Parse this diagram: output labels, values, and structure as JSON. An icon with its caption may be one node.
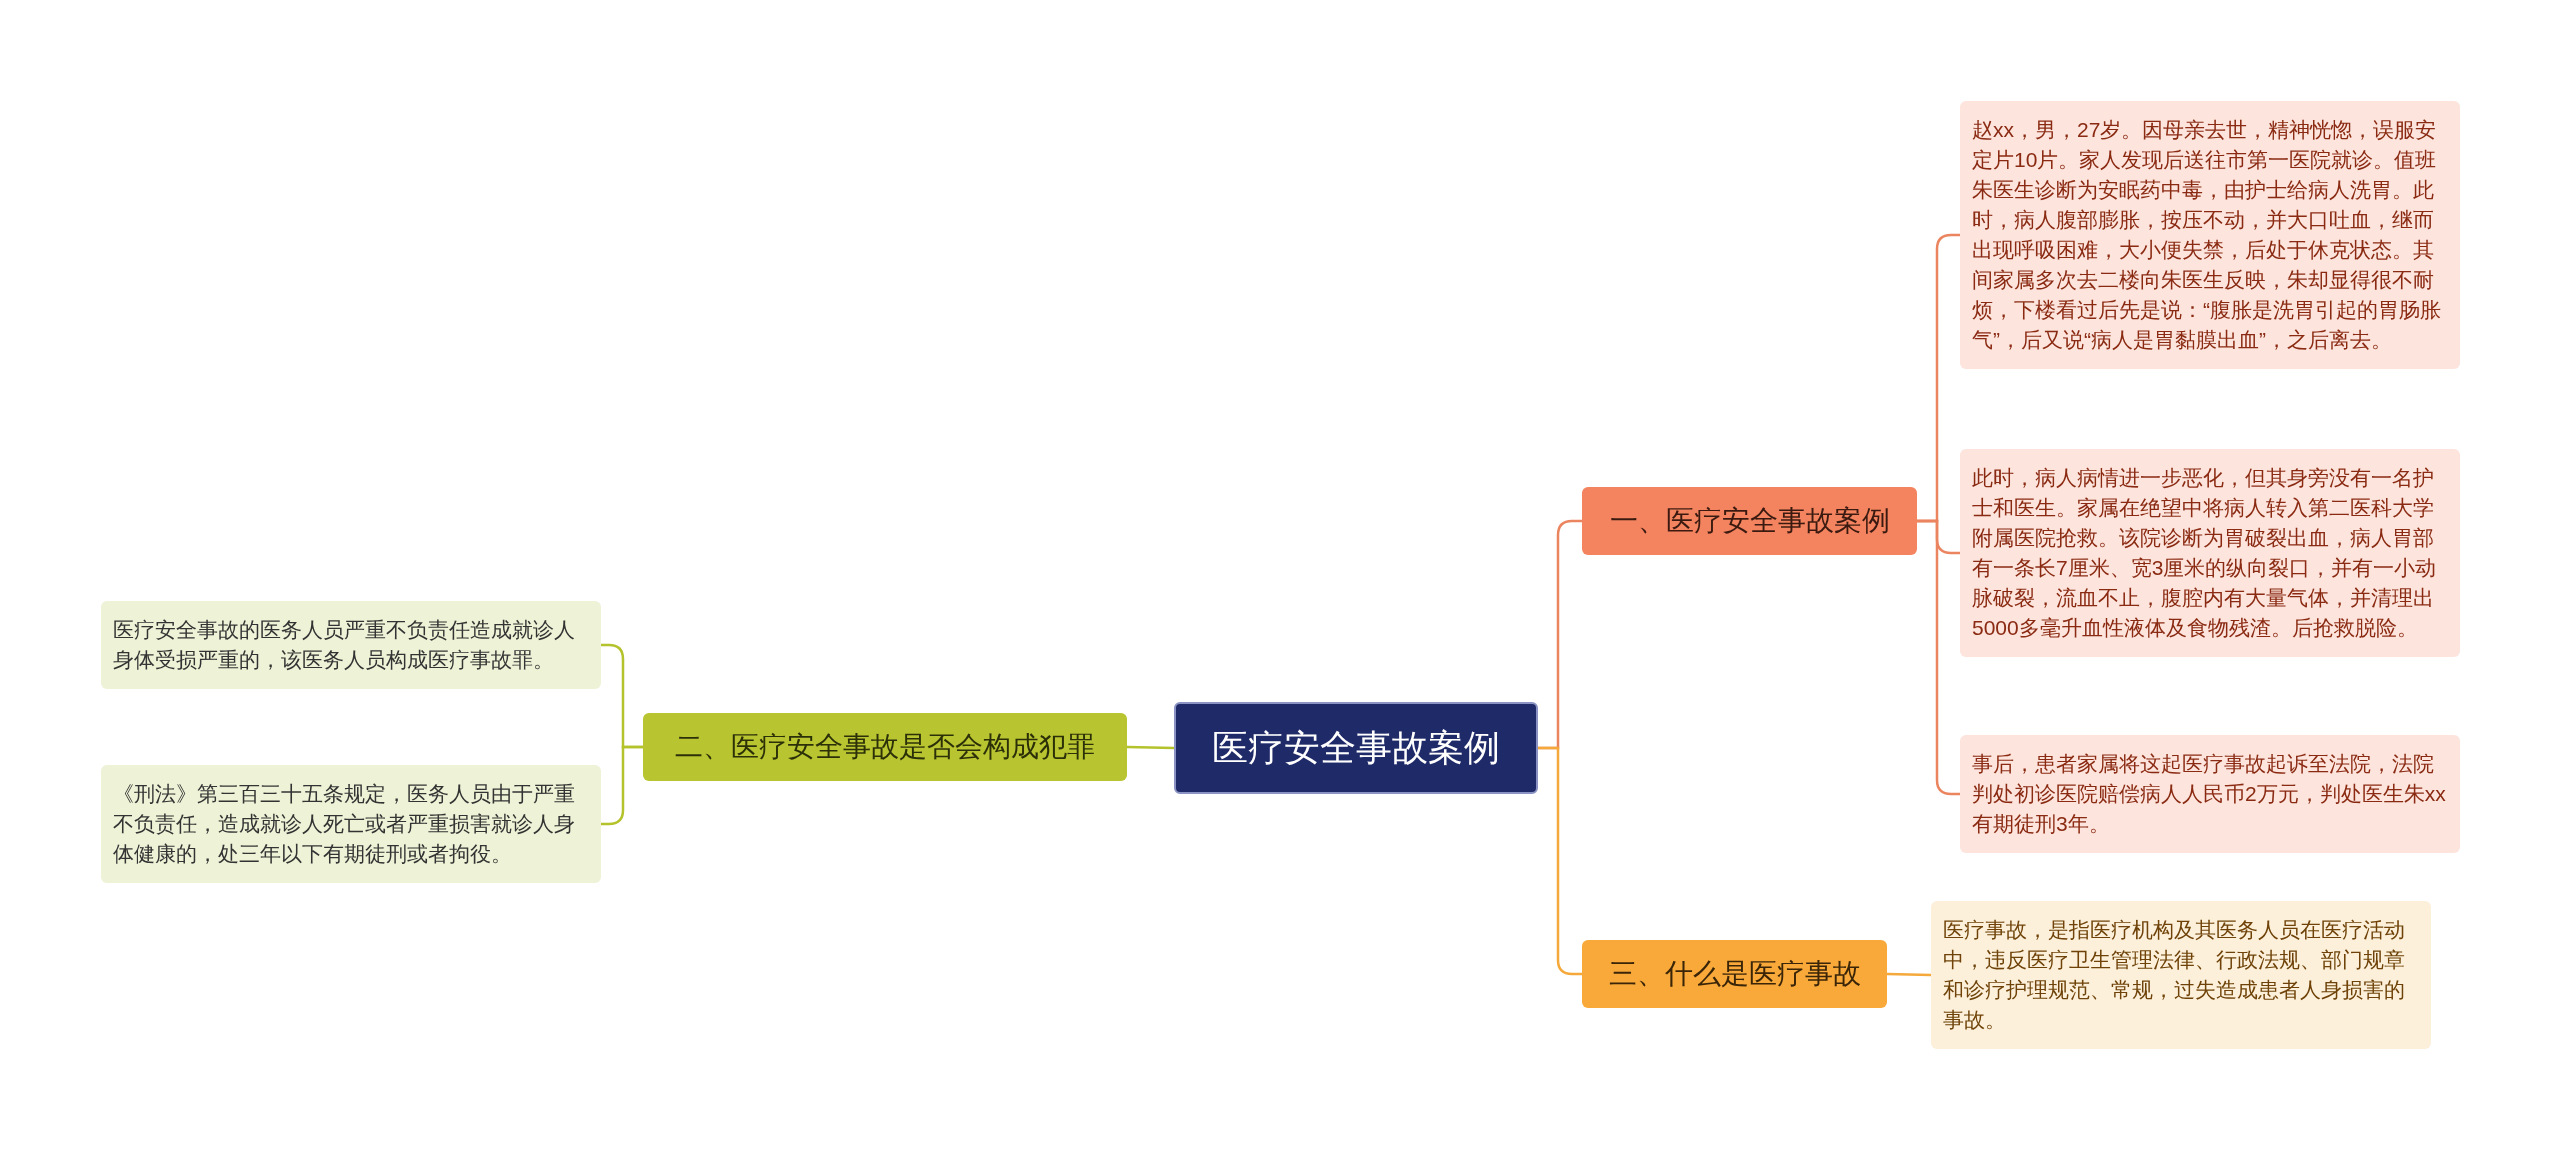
{
  "diagram": {
    "nodes": [
      {
        "text": [
          "医疗安全事故案例"
        ]
      },
      {
        "text": [
          "一、医疗安全事故案例"
        ]
      },
      {
        "text": [
          "赵xx，男，27岁。因母亲去世，精神恍惚，误服安定片10片。家人发现后送往市第一医院就诊。值班朱医生诊断为安眠药中毒，由护士给病人洗胃。此时，病人腹部膨胀，按压不动，并大口吐血，继而出现呼吸困难，大小便失禁，后处于休克状态。其间家属多次去二楼向朱医生反映，朱却显得很不耐烦，下楼看过后先是说：“腹胀是洗胃引起的胃肠胀气”，后又说“病人是胃黏膜出血”，之后离去。"
        ]
      },
      {
        "text": [
          "此时，病人病情进一步恶化，但其身旁没有一名护士和医生。家属在绝望中将病人转入第二医科大学附属医院抢救。该院诊断为胃破裂出血，病人胃部有一条长7厘米、宽3厘米的纵向裂口，并有一小动脉破裂，流血不止，腹腔内有大量气体，并清理出5000多毫升血性液体及食物残渣。后抢救脱险。"
        ]
      },
      {
        "text": [
          "事后，患者家属将这起医疗事故起诉至法院，法院判处初诊医院赔偿病人人民币2万元，判处医生朱xx有期徒刑3年。"
        ]
      },
      {
        "text": [
          "三、什么是医疗事故"
        ]
      },
      {
        "text": [
          "医疗事故，是指医疗机构及其医务人员在医疗活动中，违反医疗卫生管理法律、行政法规、部门规章和诊疗护理规范、常规，过失造成患者人身损害的事故。"
        ]
      },
      {
        "text": [
          "二、医疗安全事故是否会构成犯罪"
        ]
      },
      {
        "text": [
          "医疗安全事故的医务人员严重不负责任造成就诊人身体受损严重的，该医务人员构成医疗事故罪。"
        ]
      },
      {
        "text": [
          "《刑法》第三百三十五条规定，医务人员由于严重不负责任，造成就诊人死亡或者严重损害就诊人身体健康的，处三年以下有期徒刑或者拘役。"
        ]
      }
    ],
    "edges": [
      {
        "from": 0,
        "to": 1,
        "arrow": "none"
      },
      {
        "from": 1,
        "to": 2,
        "arrow": "none"
      },
      {
        "from": 1,
        "to": 3,
        "arrow": "none"
      },
      {
        "from": 1,
        "to": 4,
        "arrow": "none"
      },
      {
        "from": 0,
        "to": 5,
        "arrow": "none",
        "color": "#f5a93b"
      },
      {
        "from": 5,
        "to": 6,
        "arrow": "none",
        "color": "#f5a93b"
      },
      {
        "from": 0,
        "to": 7,
        "arrow": "none",
        "color": "#b4c22c"
      },
      {
        "from": 7,
        "to": 8,
        "arrow": "none",
        "color": "#b4c22c"
      },
      {
        "from": 7,
        "to": 9,
        "arrow": "none",
        "color": "#b4c22c"
      }
    ]
  }
}
